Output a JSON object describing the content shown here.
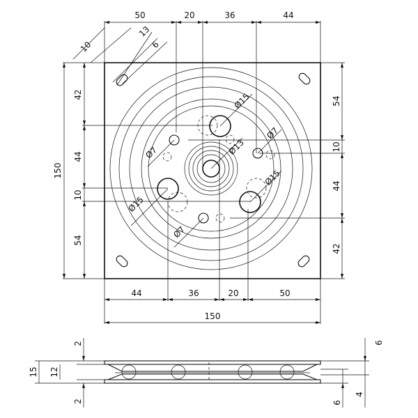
{
  "top_dims": {
    "a": "50",
    "b": "20",
    "c": "36",
    "d": "44"
  },
  "bottom_dims": {
    "a": "44",
    "b": "36",
    "c": "20",
    "d": "50",
    "overall": "150"
  },
  "left_dims": {
    "a": "42",
    "b": "44",
    "c": "10",
    "d": "54",
    "overall": "150"
  },
  "right_dims": {
    "a": "54",
    "b": "10",
    "c": "44",
    "d": "42"
  },
  "slot_dims": {
    "a": "10",
    "b": "13",
    "c": "6"
  },
  "hole_labels": {
    "upper_big": "Ø15",
    "left_small": "Ø7",
    "center": "Ø13",
    "right_small": "Ø7",
    "right_big": "Ø15",
    "left_big": "Ø15",
    "bottom_small": "Ø7"
  },
  "side_dims": {
    "left_top": "2",
    "left_overall": "15",
    "left_mid": "12",
    "left_bottom": "2",
    "right_top": "6",
    "right_bottom_a": "6",
    "right_bottom_b": "4"
  }
}
